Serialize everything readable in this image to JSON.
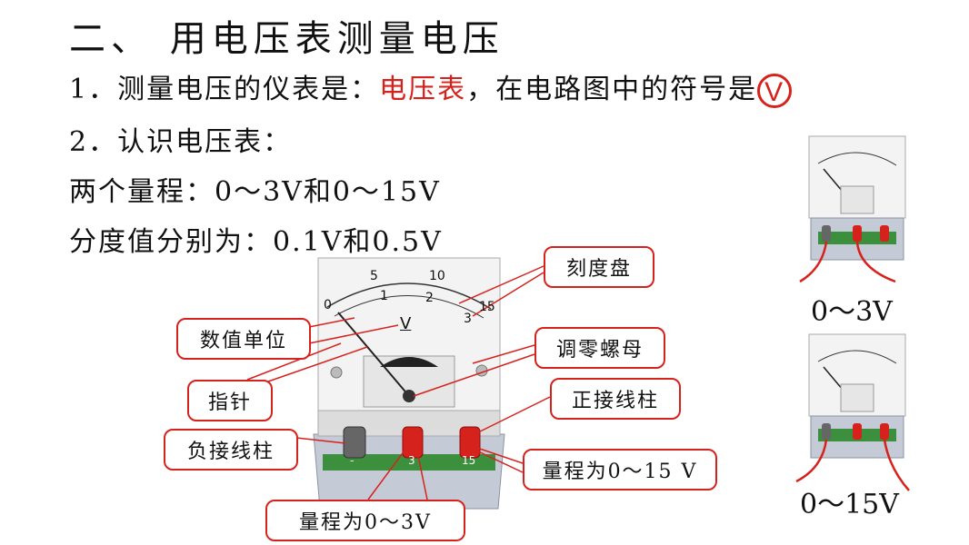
{
  "title": "二、 用电压表测量电压",
  "line1": {
    "prefix": "1．测量电压的仪表是：",
    "highlight": "电压表",
    "suffix": "，在电路图中的符号是",
    "symbol": "V"
  },
  "line2": "2．认识电压表：",
  "line3": "两个量程：0～3V和0～15V",
  "line4": "分度值分别为：0.1V和0.5V",
  "labels": {
    "dial": "刻度盘",
    "unit": "数值单位",
    "zero_adjust": "调零螺母",
    "pointer": "指针",
    "positive": "正接线柱",
    "negative": "负接线柱",
    "range15": "量程为0～15 V",
    "range3": "量程为0～3V"
  },
  "meter": {
    "scale_top": [
      "5",
      "10",
      "15"
    ],
    "scale_bottom": [
      "0",
      "1",
      "2",
      "3"
    ],
    "unit": "V",
    "terminals": [
      "-",
      "3",
      "15"
    ]
  },
  "small_meters": {
    "caption_top": "0～3V",
    "caption_bottom": "0～15V"
  },
  "colors": {
    "accent": "#d6221c",
    "base": "#3c8f3c",
    "panel": "#f0f0f0"
  }
}
